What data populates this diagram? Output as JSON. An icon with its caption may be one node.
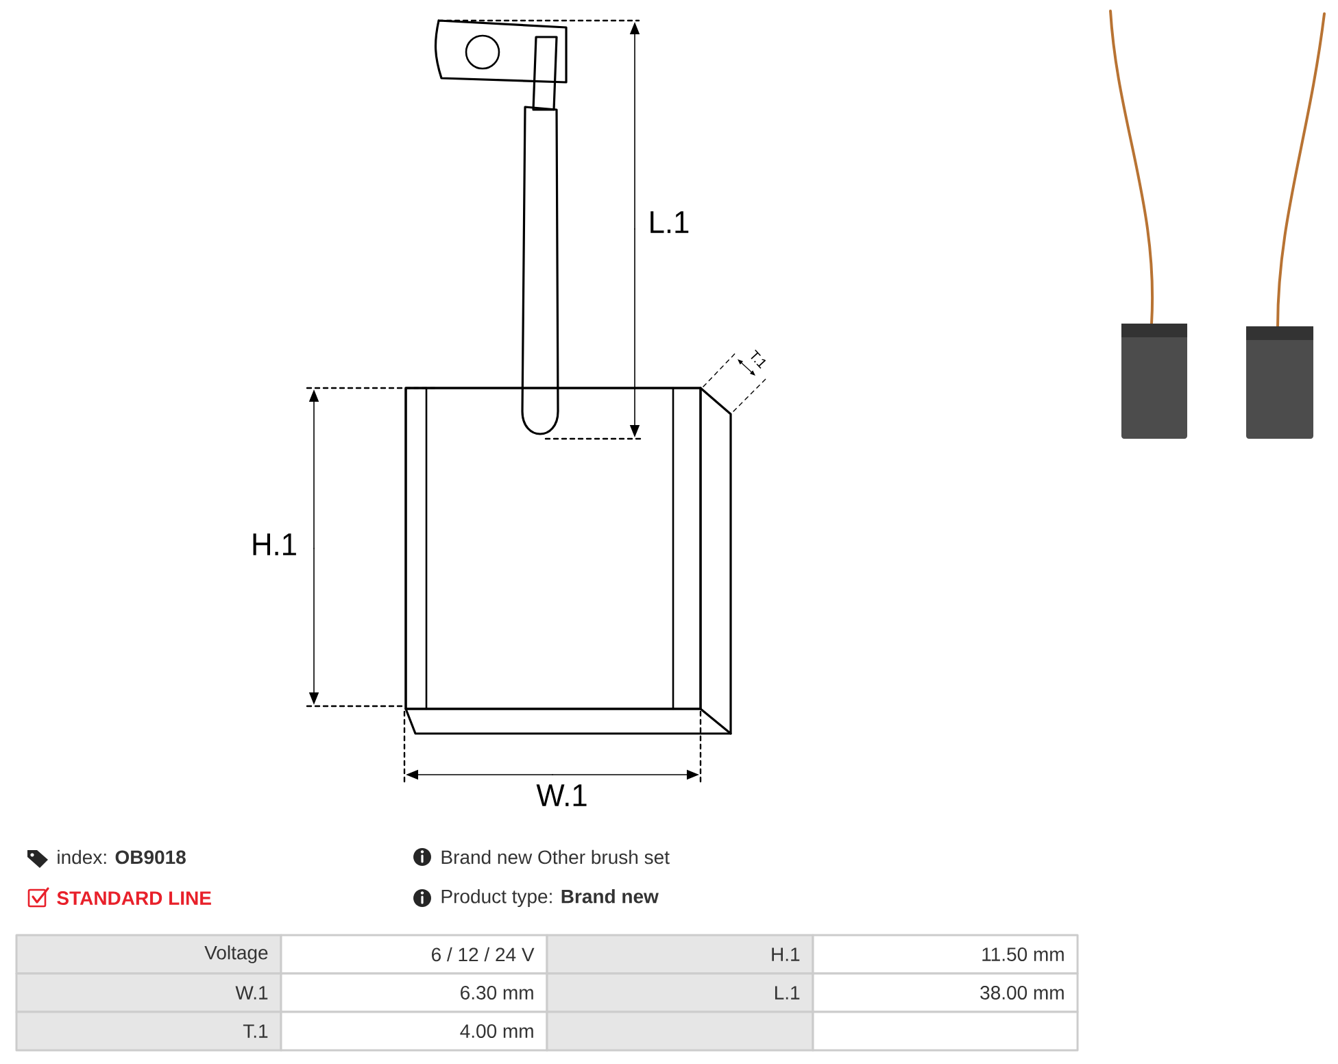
{
  "diagram": {
    "labels": [
      "L.1",
      "H.1",
      "W.1",
      "T.1",
      "index: **OB9018**",
      "Brand new Other brush set",
      "STANDARD LINE",
      "Product type: **Brand new**",
      "Voltage",
      "6 / 12 / 24 V",
      "H.1",
      "11.50 mm",
      "W.1",
      "6.30 mm",
      "L.1",
      "38.00 mm",
      "T.1",
      "4.00 mm"
    ]
  }
}
